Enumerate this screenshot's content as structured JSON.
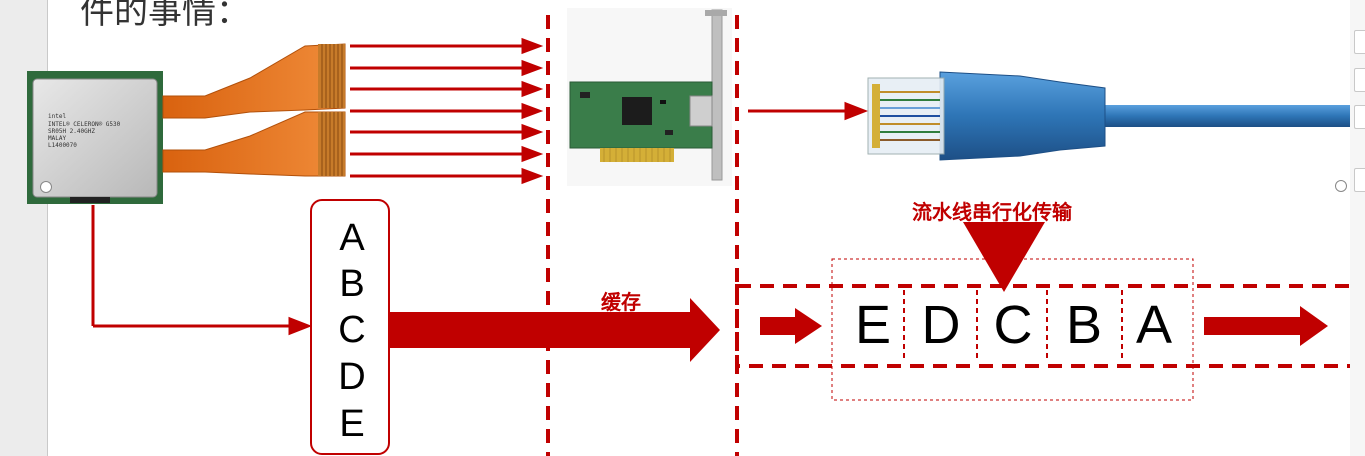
{
  "slide": {
    "title_fragment": "件的事情："
  },
  "labels": {
    "cache": "缓存",
    "pipeline": "流水线串行化传输"
  },
  "parallel_letters": [
    "A",
    "B",
    "C",
    "D",
    "E"
  ],
  "pipeline_letters": [
    "E",
    "D",
    "C",
    "B",
    "A"
  ],
  "images": {
    "cpu": {
      "brand": "intel",
      "model": "INTEL® CELERON® G530",
      "spec": "SR05H 2.40GHZ",
      "origin": "MALAY",
      "lot": "L1400070"
    }
  },
  "colors": {
    "accent": "#c00000",
    "cable_blue": "#2e75b6",
    "ribbon_orange": "#e2771e",
    "pcb_green": "#3a7d4a"
  }
}
